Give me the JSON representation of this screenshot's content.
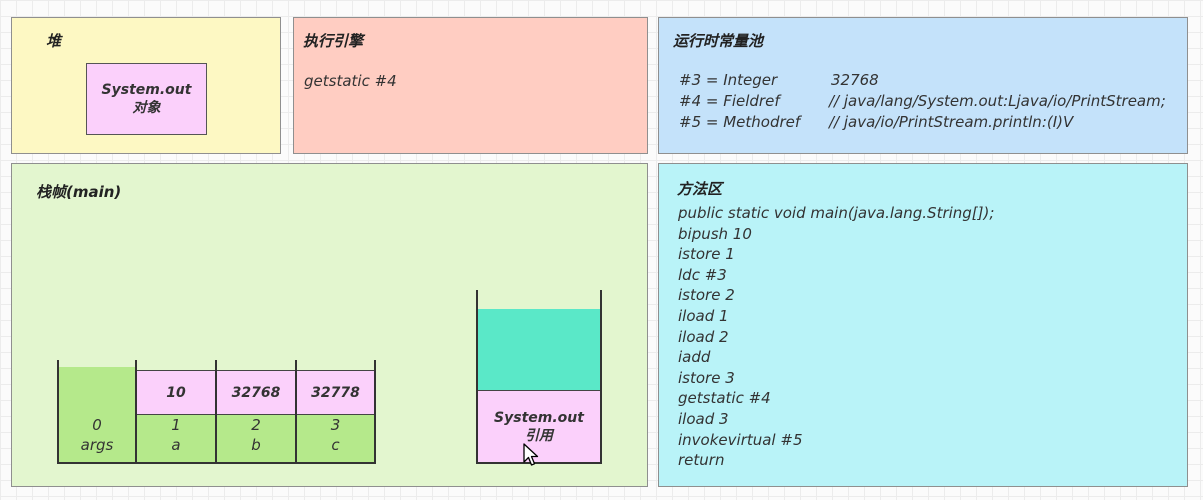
{
  "heap": {
    "title": "堆",
    "object_line1": "System.out",
    "object_line2": "对象"
  },
  "engine": {
    "title": "执行引擎",
    "instruction": "getstatic #4"
  },
  "pool": {
    "title": "运行时常量池",
    "rows": [
      {
        "ref": "#3 = Integer",
        "value": "32768"
      },
      {
        "ref": "#4 = Fieldref",
        "value": "// java/lang/System.out:Ljava/io/PrintStream;"
      },
      {
        "ref": "#5 = Methodref",
        "value": "// java/io/PrintStream.println:(I)V"
      }
    ]
  },
  "frame": {
    "title": "栈帧(main)",
    "locals": [
      {
        "value": "",
        "index": "0",
        "name": "args"
      },
      {
        "value": "10",
        "index": "1",
        "name": "a"
      },
      {
        "value": "32768",
        "index": "2",
        "name": "b"
      },
      {
        "value": "32778",
        "index": "3",
        "name": "c"
      }
    ],
    "operand_stack": {
      "entry_line1": "System.out",
      "entry_line2": "引用"
    }
  },
  "method_area": {
    "title": "方法区",
    "code": [
      "public static void main(java.lang.String[]);",
      "bipush 10",
      "istore 1",
      "ldc #3",
      "istore 2",
      "iload 1",
      "iload 2",
      "iadd",
      "istore 3",
      "getstatic #4",
      "iload 3",
      "invokevirtual #5",
      "return"
    ]
  }
}
